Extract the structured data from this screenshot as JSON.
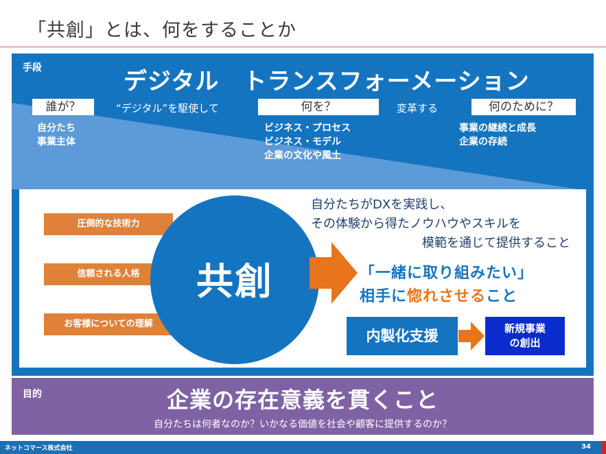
{
  "slide_title": "「共創」とは、何をすることか",
  "means": {
    "tag": "手段",
    "title": "デジタル　トランスフォーメーション",
    "who_label": "誰が？",
    "who_items": [
      "自分たち",
      "事業主体"
    ],
    "using_text": "“デジタル”を駆使して",
    "what_label": "何を？",
    "what_items": [
      "ビジネス・プロセス",
      "ビジネス・モデル",
      "企業の文化や風土"
    ],
    "transform_text": "変革する",
    "why_label": "何のために？",
    "why_items": [
      "事業の継続と成長",
      "企業の存続"
    ]
  },
  "cocreation": {
    "strengths": [
      "圧倒的な技術力",
      "信頼される人格",
      "お客様についての理解"
    ],
    "center": "共創",
    "desc_lines": [
      "自分たちがDXを実践し、",
      "その体験から得たノウハウやスキルを",
      "模範を通じて提供すること"
    ],
    "slogan_line1": "「一緒に取り組みたい」",
    "slogan_line2_pre": "相手に",
    "slogan_line2_hl": "惚れさせる",
    "slogan_line2_post": "こと",
    "support_label": "内製化支援",
    "new_business_line1": "新規事業",
    "new_business_line2": "の創出"
  },
  "purpose": {
    "tag": "目的",
    "title": "企業の存在意義を貫くこと",
    "subtitle": "自分たちは何者なのか？いかなる価値を社会や顧客に提供するのか？"
  },
  "footer": {
    "company": "ネットコマース株式会社",
    "page": "34"
  },
  "colors": {
    "blue": "#1574c0",
    "orange": "#e0813a",
    "purple": "#7f62a3",
    "deep_blue": "#0b2ccc"
  }
}
